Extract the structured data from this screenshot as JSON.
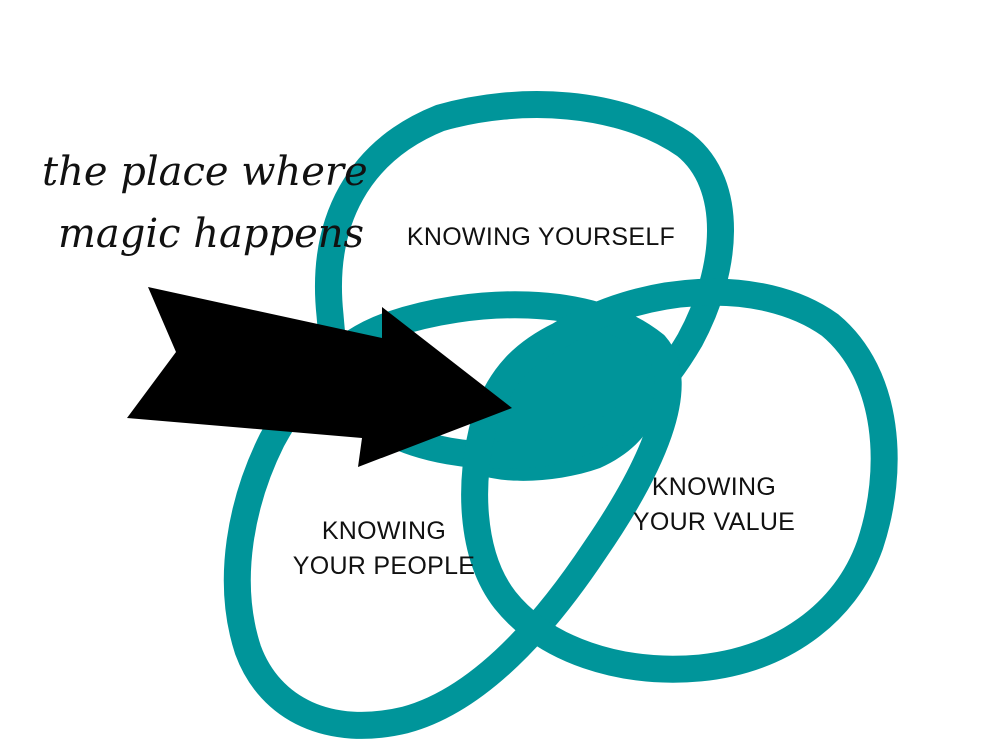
{
  "annotation": {
    "line1": "the place where",
    "line2": "magic happens"
  },
  "circles": {
    "top": {
      "line1": "KNOWING YOURSELF"
    },
    "left": {
      "line1": "KNOWING",
      "line2": "YOUR PEOPLE"
    },
    "right": {
      "line1": "KNOWING",
      "line2": "YOUR VALUE"
    }
  },
  "colors": {
    "ring": "#00959a",
    "arrow": "#000000",
    "background": "#ffffff"
  },
  "icons": {
    "arrow": "right-arrow-icon"
  }
}
